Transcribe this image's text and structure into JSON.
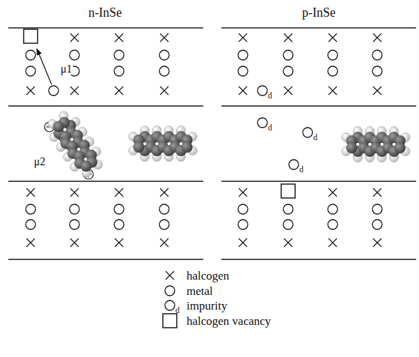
{
  "diagram": {
    "labels": [
      "n-InSe",
      "p-InSe",
      "μ1",
      "μ2",
      "d",
      "d",
      "d",
      "d",
      "d"
    ],
    "legend": [
      {
        "text": "halcogen"
      },
      {
        "text": "metal"
      },
      {
        "text": "impurity"
      },
      {
        "text": "halcogen vacancy"
      }
    ]
  }
}
